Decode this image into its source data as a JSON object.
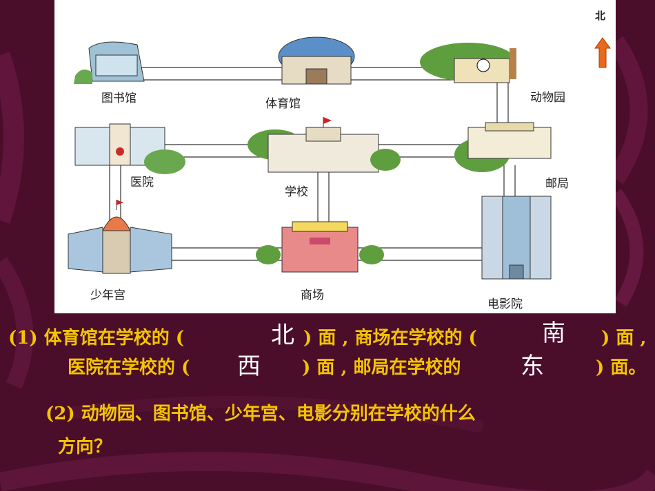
{
  "map": {
    "north": "北",
    "places": {
      "library": "图书馆",
      "gym": "体育馆",
      "zoo": "动物园",
      "hospital": "医院",
      "school": "学校",
      "post_office": "邮局",
      "youth_palace": "少年宫",
      "mall": "商场",
      "cinema": "电影院"
    }
  },
  "question1": {
    "line1_a": "(1) 体育馆在学校的 (",
    "line1_b": ") 面 , 商场在学校的 (",
    "line1_c": ") 面 ,",
    "line2_a": "医院在学校的 (",
    "line2_b": ") 面 , 邮局在学校的",
    "line2_c": ") 面。",
    "answers": {
      "gym": "北",
      "mall": "南",
      "hospital": "西",
      "post_office": "东"
    }
  },
  "question2": {
    "line1": "(2) 动物园、图书馆、少年宫、电影分别在学校的什么",
    "line2": "方向？"
  },
  "colors": {
    "background": "#4a0d2a",
    "question_text": "#f4c400",
    "answer_text": "#ffffff",
    "map_bg": "#ffffff"
  }
}
